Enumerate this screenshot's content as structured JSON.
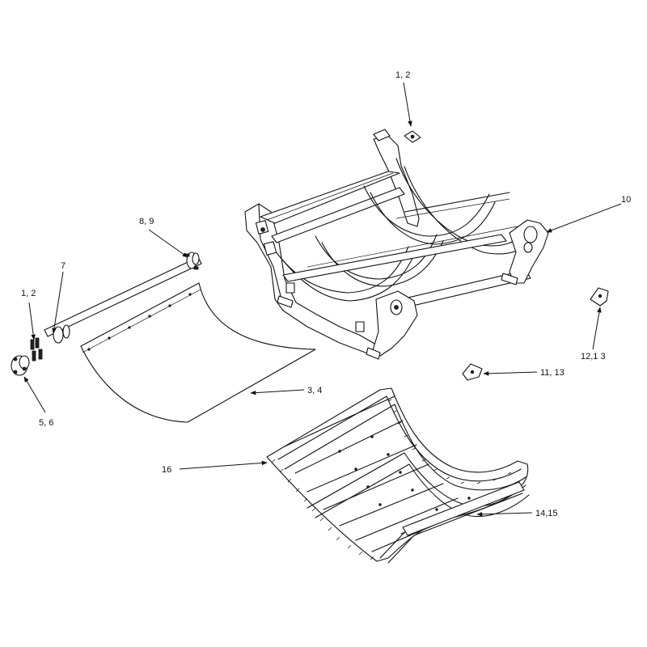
{
  "callouts": {
    "c1": "1, 2",
    "c2": "10",
    "c3": "8, 9",
    "c4": "7",
    "c5": "1, 2",
    "c6": "5, 6",
    "c7": "3, 4",
    "c8": "12,1 3",
    "c9": "11, 13",
    "c10": "16",
    "c11": "14,15"
  }
}
